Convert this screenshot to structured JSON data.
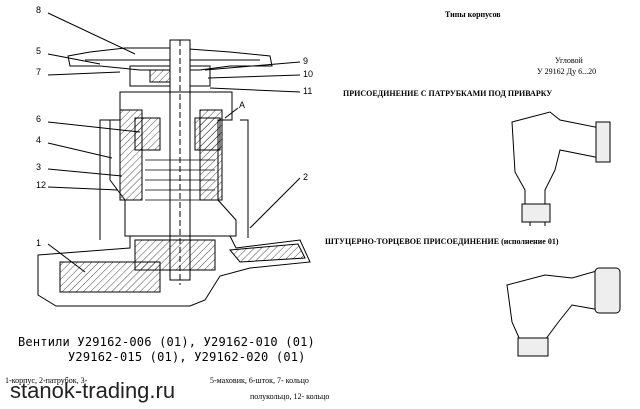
{
  "header": {
    "title": "Типы корпусов",
    "body_type": "Угловой",
    "model_range": "У 29162 Ду 6...20"
  },
  "sections": [
    {
      "title": "ПРИСОЕДИНЕНИЕ С ПАТРУБКАМИ ПОД ПРИВАРКУ"
    },
    {
      "title": "ШТУЦЕРНО-ТОРЦЕВОЕ ПРИСОЕДИНЕНИЕ (исполнение 01)"
    }
  ],
  "callouts": [
    "8",
    "5",
    "7",
    "6",
    "4",
    "3",
    "12",
    "1",
    "9",
    "10",
    "11",
    "2",
    "А"
  ],
  "caption": {
    "line1": "Вентили У29162-006 (01), У29162-010 (01)",
    "line2": "У29162-015 (01), У29162-020 (01)"
  },
  "legend_partial": {
    "left": "1-корпус, 2-патрубок, 3-",
    "mid": "5-маховик, 6-шток, 7- кольцо",
    "right": "полукольцо, 12- кольцо"
  },
  "watermark": "stanok-trading.ru"
}
